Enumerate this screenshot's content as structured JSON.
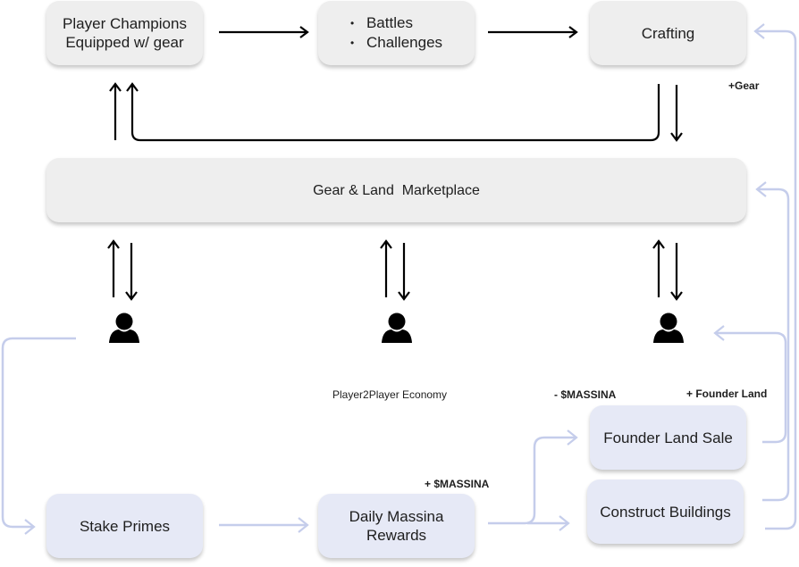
{
  "title": "Player2Player Economy flow diagram",
  "colors": {
    "gray_box": "#eeeeee",
    "blue_box": "#e6e9f6",
    "black_arrow": "#000000",
    "blue_arrow": "#c5cdeb"
  },
  "nodes": {
    "player_champions": {
      "line1": "Player Champions",
      "line2": "Equipped w/ gear"
    },
    "battles": {
      "items": [
        "Battles",
        "Challenges"
      ]
    },
    "crafting": {
      "label": "Crafting"
    },
    "marketplace": {
      "label": "Gear & Land  Marketplace"
    },
    "stake_primes": {
      "label": "Stake Primes"
    },
    "daily_rewards": {
      "line1": "Daily Massina",
      "line2": "Rewards"
    },
    "founder_land_sale": {
      "label": "Founder Land Sale"
    },
    "construct_buildings": {
      "label": "Construct Buildings"
    }
  },
  "labels": {
    "gear_plus": "+Gear",
    "p2p_economy": "Player2Player Economy",
    "massina_minus": "- $MASSINA",
    "founder_land_plus": "+ Founder Land",
    "massina_plus": "+ $MASSINA"
  },
  "players": [
    {
      "icon": "person-icon"
    },
    {
      "icon": "person-icon"
    },
    {
      "icon": "person-icon"
    }
  ]
}
